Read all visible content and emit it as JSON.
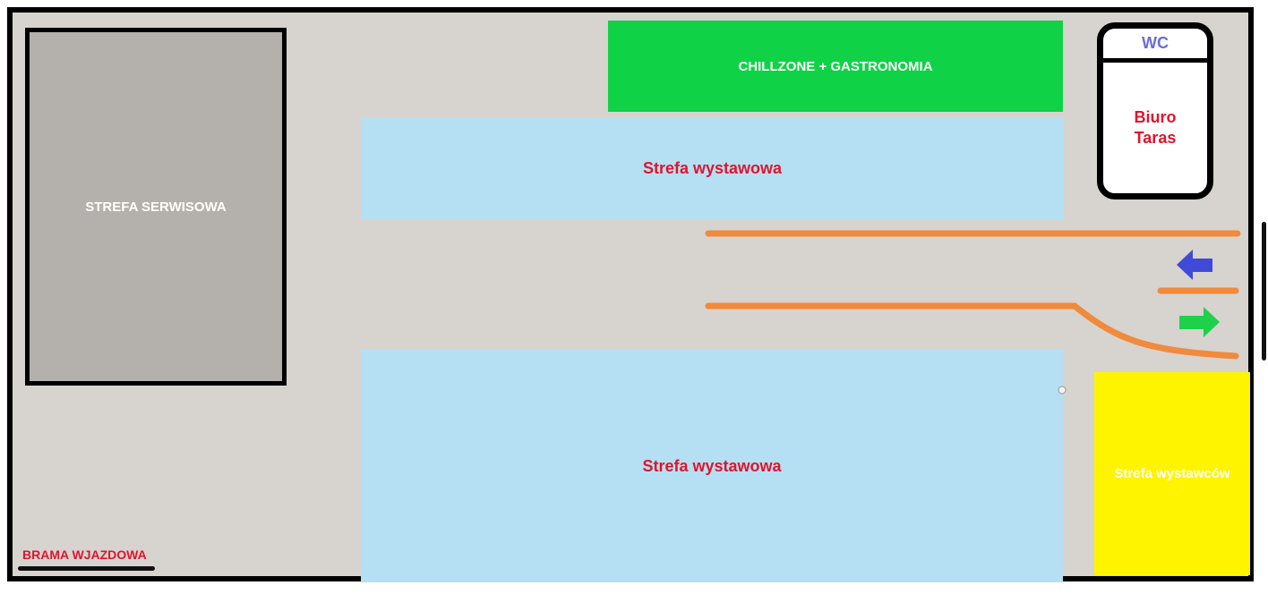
{
  "zones": {
    "serwis": "STREFA SERWISOWA",
    "chill": "CHILLZONE + GASTRONOMIA",
    "wystawowa_top": "Strefa wystawowa",
    "wystawowa_bottom": "Strefa wystawowa",
    "wystawcow": "Strefa wystawców",
    "wc": "WC",
    "biuro_line1": "Biuro",
    "biuro_line2": "Taras",
    "brama": "BRAMA WJAZDOWA"
  },
  "colors": {
    "floor": "#d7d3cf",
    "service": "#b4b0ac",
    "chill": "#10d246",
    "exhibition": "#b5e0f3",
    "exhibitors": "#fff400",
    "label_red": "#e0142d",
    "wc_blue": "#6b6bdc",
    "barrier_orange": "#f08a3c",
    "arrow_blue": "#3f4bd8",
    "arrow_green": "#1fd04a"
  },
  "icons": {
    "exit_arrow": "arrow-left-icon",
    "entry_arrow": "arrow-right-icon"
  }
}
